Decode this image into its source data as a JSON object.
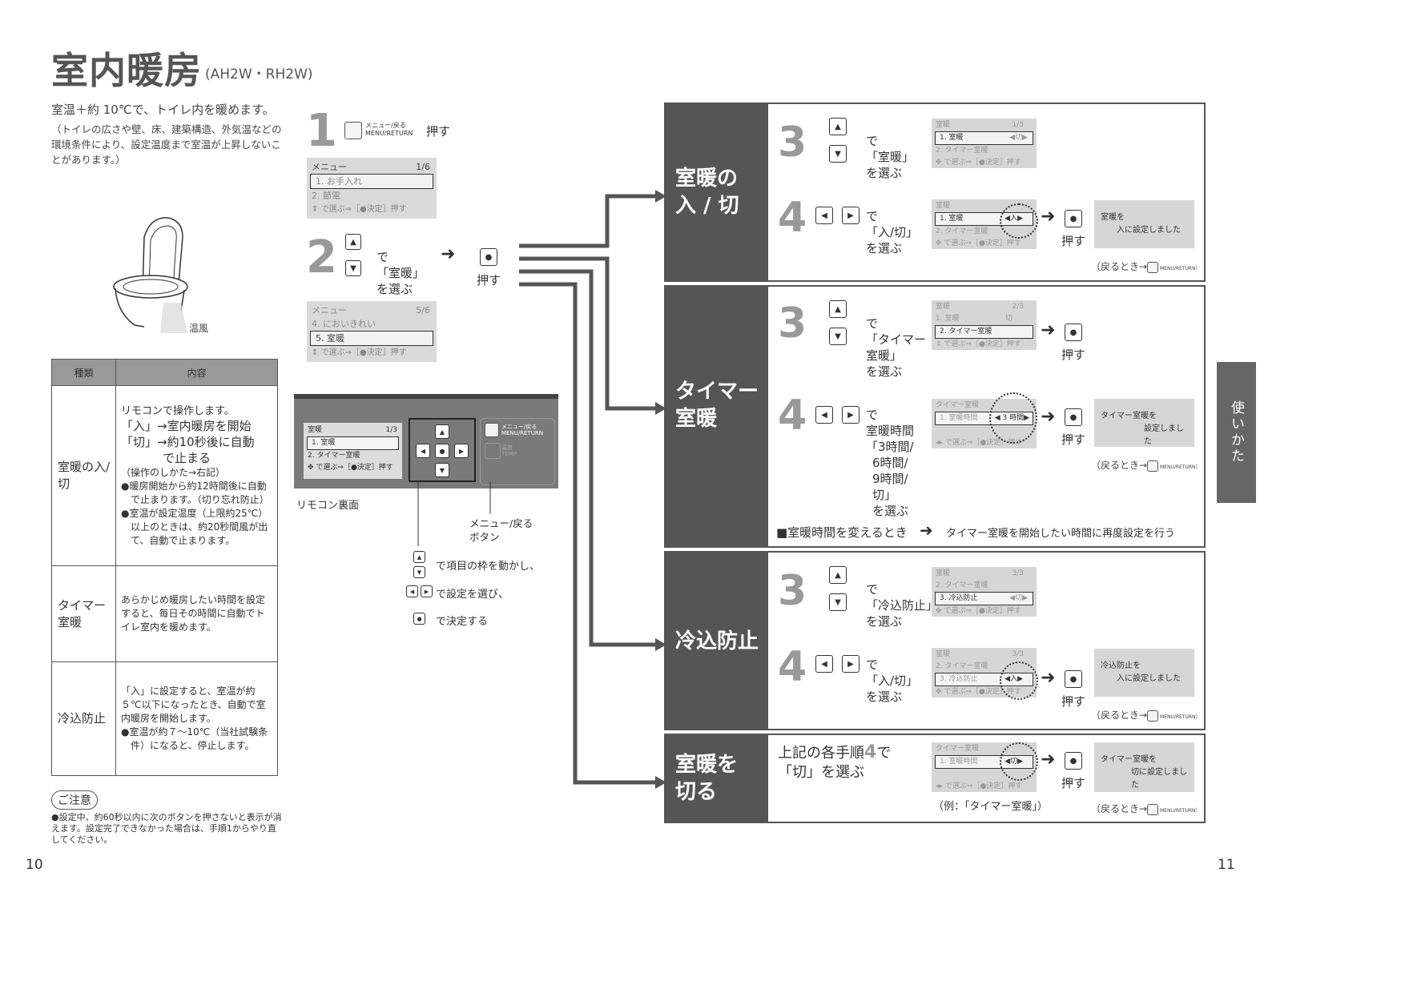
{
  "header": {
    "title": "室内暖房",
    "model": "(AH2W・RH2W)"
  },
  "intro": {
    "main": "室温＋約 10℃で、トイレ内を暖めます。",
    "note": "（トイレの広さや壁、床、建築構造、外気温などの環境条件により、設定温度まで室温が上昇しないことがあります。）"
  },
  "illustration": {
    "warm_air_label": "温風"
  },
  "table": {
    "headers": [
      "種類",
      "内容"
    ],
    "rows": [
      {
        "kind": "室暖の入/切",
        "lines": [
          "リモコンで操作します。",
          "「入」→室内暖房を開始",
          "「切」→約10秒後に自動",
          "で止まる",
          "（操作のしかた→右記）",
          "●暖房開始から約12時間後に自動で止まります。（切り忘れ防止）",
          "●室温が設定温度（上限約25℃）以上のときは、約20秒間風が出て、自動で止まります。"
        ]
      },
      {
        "kind": "タイマー室暖",
        "lines": [
          "あらかじめ暖房したい時間を設定すると、毎日その時間に自動でトイレ室内を暖めます。"
        ]
      },
      {
        "kind": "冷込防止",
        "lines": [
          "「入」に設定すると、室温が約５℃以下になったとき、自動で室内暖房を開始します。",
          "●室温が約７～10℃（当社試験条件）になると、停止します。"
        ]
      }
    ]
  },
  "caution": {
    "tag": "ご注意",
    "text": "●設定中、約60秒以内に次のボタンを押さないと表示が消えます。設定完了できなかった場合は、手順1からやり直してください。"
  },
  "page_numbers": {
    "left": "10",
    "right": "11"
  },
  "step1": {
    "num": "1",
    "button_label_ja": "メニュー/戻る",
    "button_label_en": "MENU/RETURN",
    "action": "押す",
    "lcd": {
      "title": "メニュー",
      "page": "1/6",
      "item1": "1. お手入れ",
      "item2": "2. 節電",
      "footer": "で選ぶ⇒［●決定］押す"
    }
  },
  "step2": {
    "num": "2",
    "text1": "で",
    "text2": "「室暖」",
    "text3": "を選ぶ",
    "action": "押す",
    "lcd": {
      "title": "メニュー",
      "page": "5/6",
      "item1": "4. においきれい",
      "item2": "5. 室暖",
      "footer": "で選ぶ⇒［●決定］押す"
    }
  },
  "remote": {
    "caption": "リモコン裏面",
    "lcd": {
      "title": "室暖",
      "page": "1/3",
      "item1": "1. 室暖",
      "item2": "2. タイマー室暖",
      "footer": "で選ぶ⇒［●決定］押す"
    },
    "menu_label_ja": "メニュー/戻る",
    "menu_label_en": "MENU/RETURN",
    "temp_label_ja": "温度",
    "temp_label_en": "TEMP",
    "menu_callout": [
      "メニュー/戻る",
      "ボタン"
    ],
    "legend": [
      "で項目の枠を動かし、",
      "で設定を選び、",
      "で決定する"
    ]
  },
  "sections": {
    "onoff": {
      "title": [
        "室暖の",
        "入 / 切"
      ],
      "step3": {
        "num": "3",
        "lines": [
          "で",
          "「室暖」",
          "を選ぶ"
        ],
        "lcd": {
          "title": "室暖",
          "page": "1/3",
          "item1": "1. 室暖",
          "item1_val": "◀切▶",
          "item2": "2. タイマー室暖",
          "footer": "で選ぶ⇒［●決定］押す"
        }
      },
      "step4": {
        "num": "4",
        "lines": [
          "で",
          "「入/切」",
          "を選ぶ"
        ],
        "action": "押す",
        "lcd": {
          "title": "室暖",
          "item1": "1. 室暖",
          "item1_val": "◀入▶",
          "item2": "2. タイマー室暖",
          "footer": "で選ぶ⇒［●決定］押す"
        },
        "message": [
          "室暖を",
          "入に設定しました"
        ]
      },
      "return": "（戻るとき→"
    },
    "timer": {
      "title": [
        "タイマー",
        "室暖"
      ],
      "step3": {
        "num": "3",
        "lines": [
          "で",
          "「タイマー",
          "室暖」",
          "を選ぶ"
        ],
        "action": "押す",
        "lcd": {
          "title": "室暖",
          "page": "2/3",
          "item1": "1. 室暖",
          "item1_val": "切",
          "item2": "2. タイマー室暖",
          "footer": "で選ぶ⇒［●決定］押す"
        }
      },
      "step4": {
        "num": "4",
        "lines": [
          "で",
          "室暖時間",
          "「3時間/",
          "6時間/",
          "9時間/",
          "切」",
          "を選ぶ"
        ],
        "action": "押す",
        "lcd": {
          "title": "タイマー室暖",
          "item1": "1. 室暖時間",
          "item1_val": "◀ 3 時間▶",
          "footer": "で選ぶ⇒［●決定］押す"
        },
        "message": [
          "タイマー室暖を",
          "設定しました"
        ]
      },
      "return": "（戻るとき→",
      "note_left": "■室暖時間を変えるとき",
      "note_right": "タイマー室暖を開始したい時間に再度設定を行う"
    },
    "cold": {
      "title": [
        "冷込防止"
      ],
      "step3": {
        "num": "3",
        "lines": [
          "で",
          "「冷込防止」",
          "を選ぶ"
        ],
        "lcd": {
          "title": "室暖",
          "page": "3/3",
          "item1": "2. タイマー室暖",
          "item2": "3. 冷込防止",
          "item2_val": "◀切▶",
          "footer": "で選ぶ⇒［●決定］押す"
        }
      },
      "step4": {
        "num": "4",
        "lines": [
          "で",
          "「入/切」",
          "を選ぶ"
        ],
        "action": "押す",
        "lcd": {
          "title": "室暖",
          "page": "3/3",
          "item1": "2. タイマー室暖",
          "item2": "3. 冷込防止",
          "item2_val": "◀入▶",
          "footer": "で選ぶ⇒［●決定］押す"
        },
        "message": [
          "冷込防止を",
          "入に設定しました"
        ]
      },
      "return": "（戻るとき→"
    },
    "off": {
      "title": [
        "室暖を",
        "切る"
      ],
      "lines_a": "上記の各手順",
      "lines_num": "4",
      "lines_b": "で",
      "lines_c": "「切」を選ぶ",
      "action": "押す",
      "example": "（例：「タイマー室暖」）",
      "lcd": {
        "title": "タイマー室暖",
        "item1": "1. 室暖時間",
        "item1_val": "◀切▶",
        "footer": "で選ぶ⇒［●決定］押す"
      },
      "message": [
        "タイマー室暖を",
        "切に設定しました"
      ],
      "return": "（戻るとき→"
    }
  },
  "side_tab": "使いかた"
}
